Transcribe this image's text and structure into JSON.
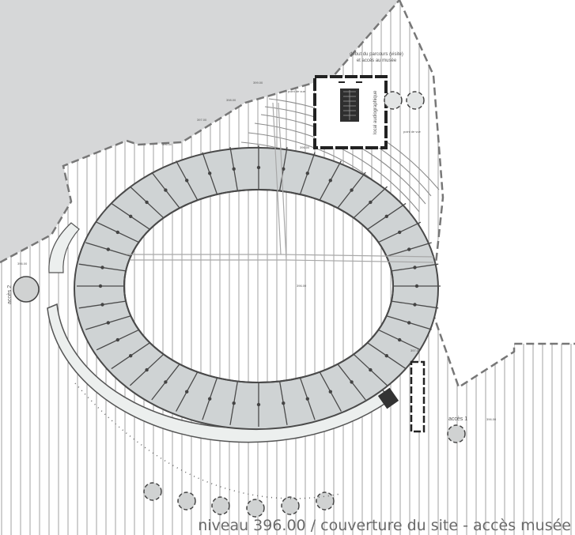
{
  "caption": "niveau 396.00 / couverture du site - accès musée",
  "labels": {
    "museum_title_1": "début du parcours (visite)",
    "museum_title_2": "et accès au musée",
    "access_1": "accès 1",
    "access_2": "accès 2",
    "point_de_vue_1": "point de vue",
    "point_de_vue_2": "point de vue",
    "museum_side": "local audiographique",
    "lvl_center": "396.00",
    "lvl_a": "399.00",
    "lvl_b": "398.00",
    "lvl_c": "397.00",
    "lvl_d": "396.00",
    "lvl_e": "396.00",
    "lvl_f": "397.00",
    "lvl_g": "396.00",
    "lvl_h": "396.00",
    "lvl_i": "396.00"
  },
  "colors": {
    "ground_gray": "#d6d7d8",
    "stand_gray": "#cfd3d4",
    "line": "#7c7c7c",
    "dark": "#2f2f2f"
  }
}
